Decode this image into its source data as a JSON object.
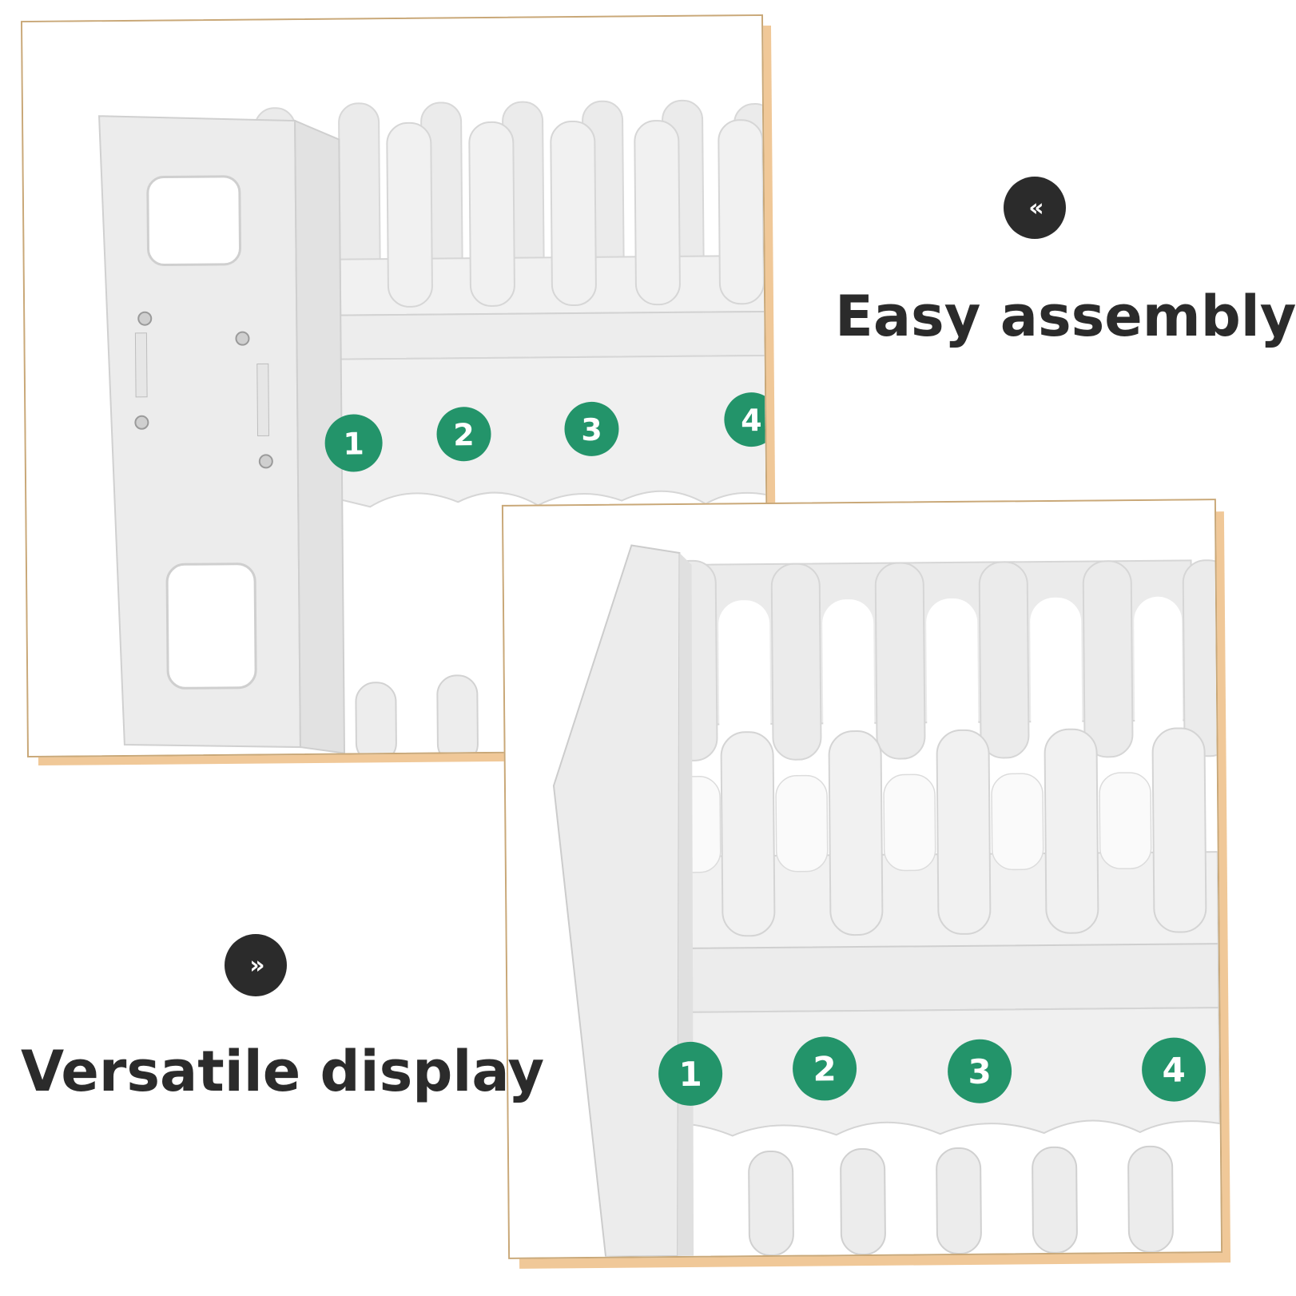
{
  "features": [
    {
      "icon": "rewind-icon",
      "glyph": "«",
      "label": "Easy assembly"
    },
    {
      "icon": "fast-forward-icon",
      "glyph": "»",
      "label": "Versatile display"
    }
  ],
  "photo_top": {
    "slot_numbers": [
      "1",
      "2",
      "3",
      "4"
    ]
  },
  "photo_bottom": {
    "slot_numbers": [
      "1",
      "2",
      "3",
      "4"
    ]
  },
  "colors": {
    "accent_shadow": "#f0c898",
    "badge": "#2b2b2b",
    "number_badge": "#23946a",
    "rack": "#ececec"
  }
}
